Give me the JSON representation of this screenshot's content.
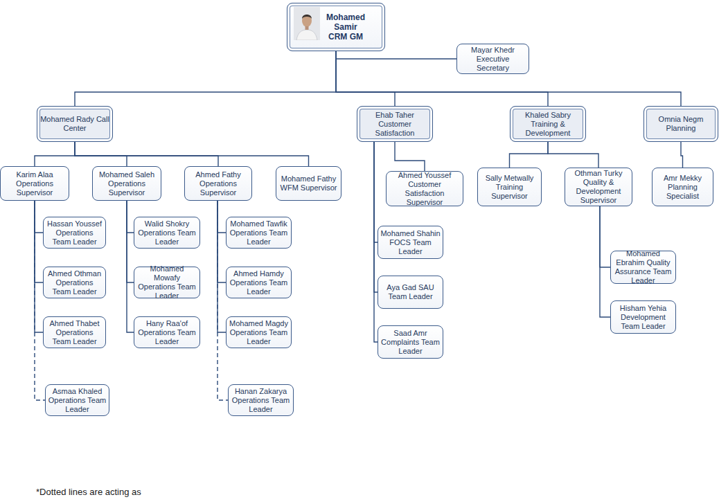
{
  "diagram": {
    "nodes": [
      {
        "text": [
          "Mohamed Samir CRM GM"
        ]
      },
      {
        "text": [
          "Mayar Khedr Executive Secretary"
        ]
      },
      {
        "text": [
          "Mohamed Rady Call Center"
        ]
      },
      {
        "text": [
          "Ehab Taher Customer Satisfaction"
        ]
      },
      {
        "text": [
          "Khaled Sabry Training & Development"
        ]
      },
      {
        "text": [
          "Omnia Negm Planning"
        ]
      },
      {
        "text": [
          "Karim Alaa Operations Supervisor"
        ]
      },
      {
        "text": [
          "Mohamed Saleh Operations Supervisor"
        ]
      },
      {
        "text": [
          "Ahmed Fathy Operations Supervisor"
        ]
      },
      {
        "text": [
          "Mohamed Fathy WFM Supervisor"
        ]
      },
      {
        "text": [
          "Sally Metwally Training Supervisor"
        ]
      },
      {
        "text": [
          "Othman Turky Quality & Development Supervisor"
        ]
      },
      {
        "text": [
          "Ahmed Youssef Customer Satisfaction Supervisor"
        ]
      },
      {
        "text": [
          "Amr Mekky Planning Specialist"
        ]
      },
      {
        "text": [
          "Hassan Youssef Operations Team Leader"
        ]
      },
      {
        "text": [
          "Walid Shokry Operations Team Leader"
        ]
      },
      {
        "text": [
          "Mohamed Tawfik Operations Team Leader"
        ]
      },
      {
        "text": [
          "Mohamed Shahin FOCS Team Leader"
        ]
      },
      {
        "text": [
          "Mohamed Ebrahim Quality Assurance Team Leader"
        ]
      },
      {
        "text": [
          "Ahmed Othman Operations Team Leader"
        ]
      },
      {
        "text": [
          "Mohamed Mowafy Operations Team Leader"
        ]
      },
      {
        "text": [
          "Ahmed Hamdy Operations Team Leader"
        ]
      },
      {
        "text": [
          "Aya Gad SAU Team Leader"
        ]
      },
      {
        "text": [
          "Hisham Yehia Development Team Leader"
        ]
      },
      {
        "text": [
          "Ahmed Thabet Operations Team Leader"
        ]
      },
      {
        "text": [
          "Hany Raa'of Operations Team Leader"
        ]
      },
      {
        "text": [
          "Mohamed Magdy Operations Team Leader"
        ]
      },
      {
        "text": [
          "Saad Amr Complaints Team Leader"
        ]
      },
      {
        "text": [
          "Asmaa Khaled Operations Team Leader"
        ]
      },
      {
        "text": [
          "Hanan Zakarya Operations Team Leader"
        ]
      }
    ],
    "edges": [
      {
        "from": 0,
        "to": 1,
        "arrow": "none"
      },
      {
        "from": 0,
        "to": 2,
        "arrow": "none"
      },
      {
        "from": 0,
        "to": 3,
        "arrow": "none"
      },
      {
        "from": 0,
        "to": 4,
        "arrow": "none"
      },
      {
        "from": 0,
        "to": 5,
        "arrow": "none"
      },
      {
        "from": 2,
        "to": 6,
        "arrow": "none"
      },
      {
        "from": 2,
        "to": 7,
        "arrow": "none"
      },
      {
        "from": 2,
        "to": 8,
        "arrow": "none"
      },
      {
        "from": 2,
        "to": 9,
        "arrow": "none"
      },
      {
        "from": 3,
        "to": 12,
        "arrow": "none"
      },
      {
        "from": 3,
        "to": 17,
        "arrow": "none"
      },
      {
        "from": 3,
        "to": 22,
        "arrow": "none"
      },
      {
        "from": 3,
        "to": 27,
        "arrow": "none"
      },
      {
        "from": 4,
        "to": 10,
        "arrow": "none"
      },
      {
        "from": 4,
        "to": 11,
        "arrow": "none"
      },
      {
        "from": 5,
        "to": 13,
        "arrow": "none"
      },
      {
        "from": 6,
        "to": 14,
        "arrow": "none"
      },
      {
        "from": 6,
        "to": 19,
        "arrow": "none"
      },
      {
        "from": 6,
        "to": 24,
        "arrow": "none"
      },
      {
        "from": 6,
        "to": 28,
        "arrow": "none"
      },
      {
        "from": 7,
        "to": 15,
        "arrow": "none"
      },
      {
        "from": 7,
        "to": 20,
        "arrow": "none"
      },
      {
        "from": 7,
        "to": 25,
        "arrow": "none"
      },
      {
        "from": 8,
        "to": 16,
        "arrow": "none"
      },
      {
        "from": 8,
        "to": 21,
        "arrow": "none"
      },
      {
        "from": 8,
        "to": 26,
        "arrow": "none"
      },
      {
        "from": 8,
        "to": 29,
        "arrow": "none"
      },
      {
        "from": 11,
        "to": 18,
        "arrow": "none"
      },
      {
        "from": 11,
        "to": 23,
        "arrow": "none"
      }
    ],
    "labels": [
      "*Dotted lines are acting as"
    ]
  }
}
